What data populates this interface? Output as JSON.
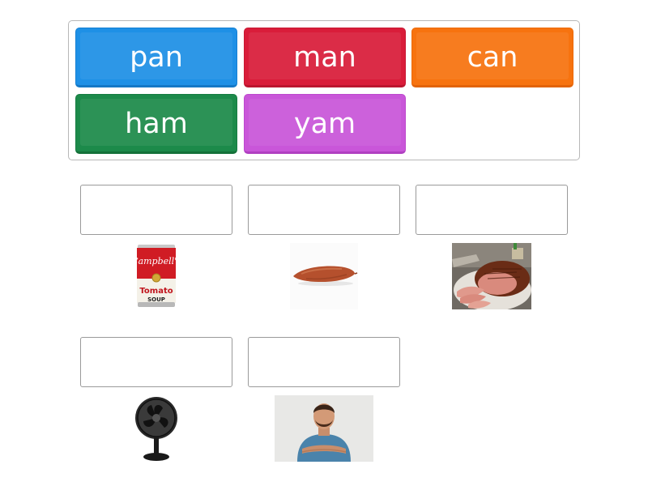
{
  "word_bank": {
    "tiles": [
      {
        "label": "pan",
        "color": "#1e90e6"
      },
      {
        "label": "man",
        "color": "#d91d3a"
      },
      {
        "label": "can",
        "color": "#f7730f"
      },
      {
        "label": "ham",
        "color": "#1c8a4a"
      },
      {
        "label": "yam",
        "color": "#c956d9"
      }
    ]
  },
  "targets": [
    {
      "picture": "soup-can-picture",
      "label": "Tomato",
      "sublabel": "SOUP",
      "brand": "Campbell's"
    },
    {
      "picture": "sweet-potato-picture"
    },
    {
      "picture": "ham-picture"
    },
    {
      "picture": "fan-picture"
    },
    {
      "picture": "man-picture"
    }
  ]
}
